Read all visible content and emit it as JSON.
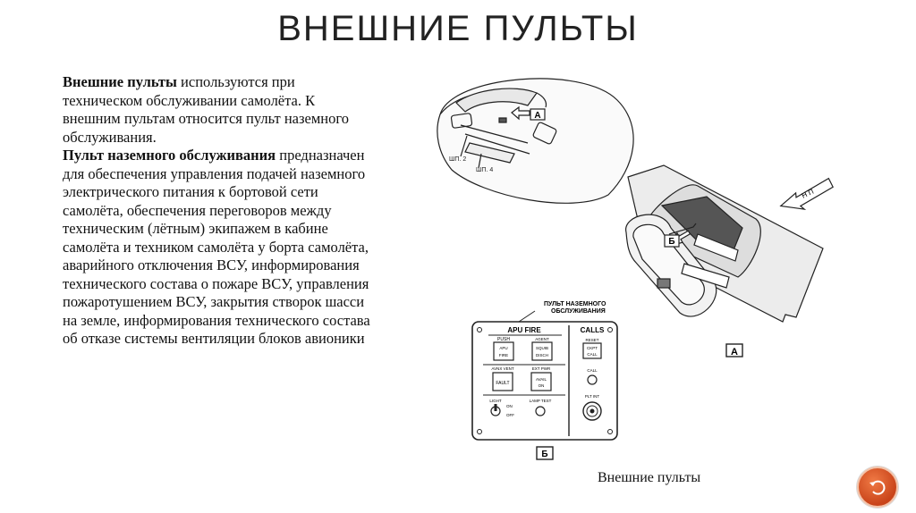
{
  "slide": {
    "title": "ВНЕШНИЕ ПУЛЬТЫ",
    "caption": "Внешние пульты"
  },
  "body": {
    "p1_bold": "Внешние пульты",
    "p1_rest": " используются при техническом обслуживании самолёта. К внешним пультам относится пульт наземного обслуживания.",
    "p2_bold": "Пульт наземного обслуживания",
    "p2_rest": " предназначен для обеспечения управления подачей наземного электрического питания к бортовой сети самолёта, обеспечения переговоров между техническим (лётным) экипажем в кабине самолёта и техником самолёта у борта самолёта, аварийного отключения ВСУ, информирования технического состава о пожаре ВСУ, управления пожаротушением ВСУ, закрытия створок шасси на земле, информирования технического состава об отказе системы вентиляции блоков авионики"
  },
  "figure": {
    "callout_a": "А",
    "callout_b": "Б",
    "label_a": "А",
    "label_b": "Б",
    "label_sp2": "ШП. 2",
    "label_sp4": "ШП. 4",
    "label_np": "Н П",
    "panel_title_line1": "ПУЛЬТ НАЗЕМНОГО",
    "panel_title_line2": "ОБСЛУЖИВАНИЯ",
    "apu_fire": "APU FIRE",
    "calls": "CALLS",
    "push": "PUSH",
    "agent": "AGENT",
    "apu": "APU",
    "fire": "FIRE",
    "squib": "SQUIB",
    "disch": "DISCH",
    "reset": "RESET",
    "ckpt": "CKPT",
    "call_btn": "CALL",
    "call_label": "CALL",
    "avnx_vent": "AVNX VENT",
    "fault": "FAULT",
    "ext_pwr": "EXT PWR",
    "avail": "AVAIL",
    "on_btn": "ON",
    "light": "LIGHT",
    "on": "ON",
    "off": "OFF",
    "lamp_test": "LAMP TEST",
    "plt_int": "PLT INT"
  },
  "icons": {
    "nav": "return-arrow-icon"
  },
  "colors": {
    "nav_button": "#d9531e"
  }
}
